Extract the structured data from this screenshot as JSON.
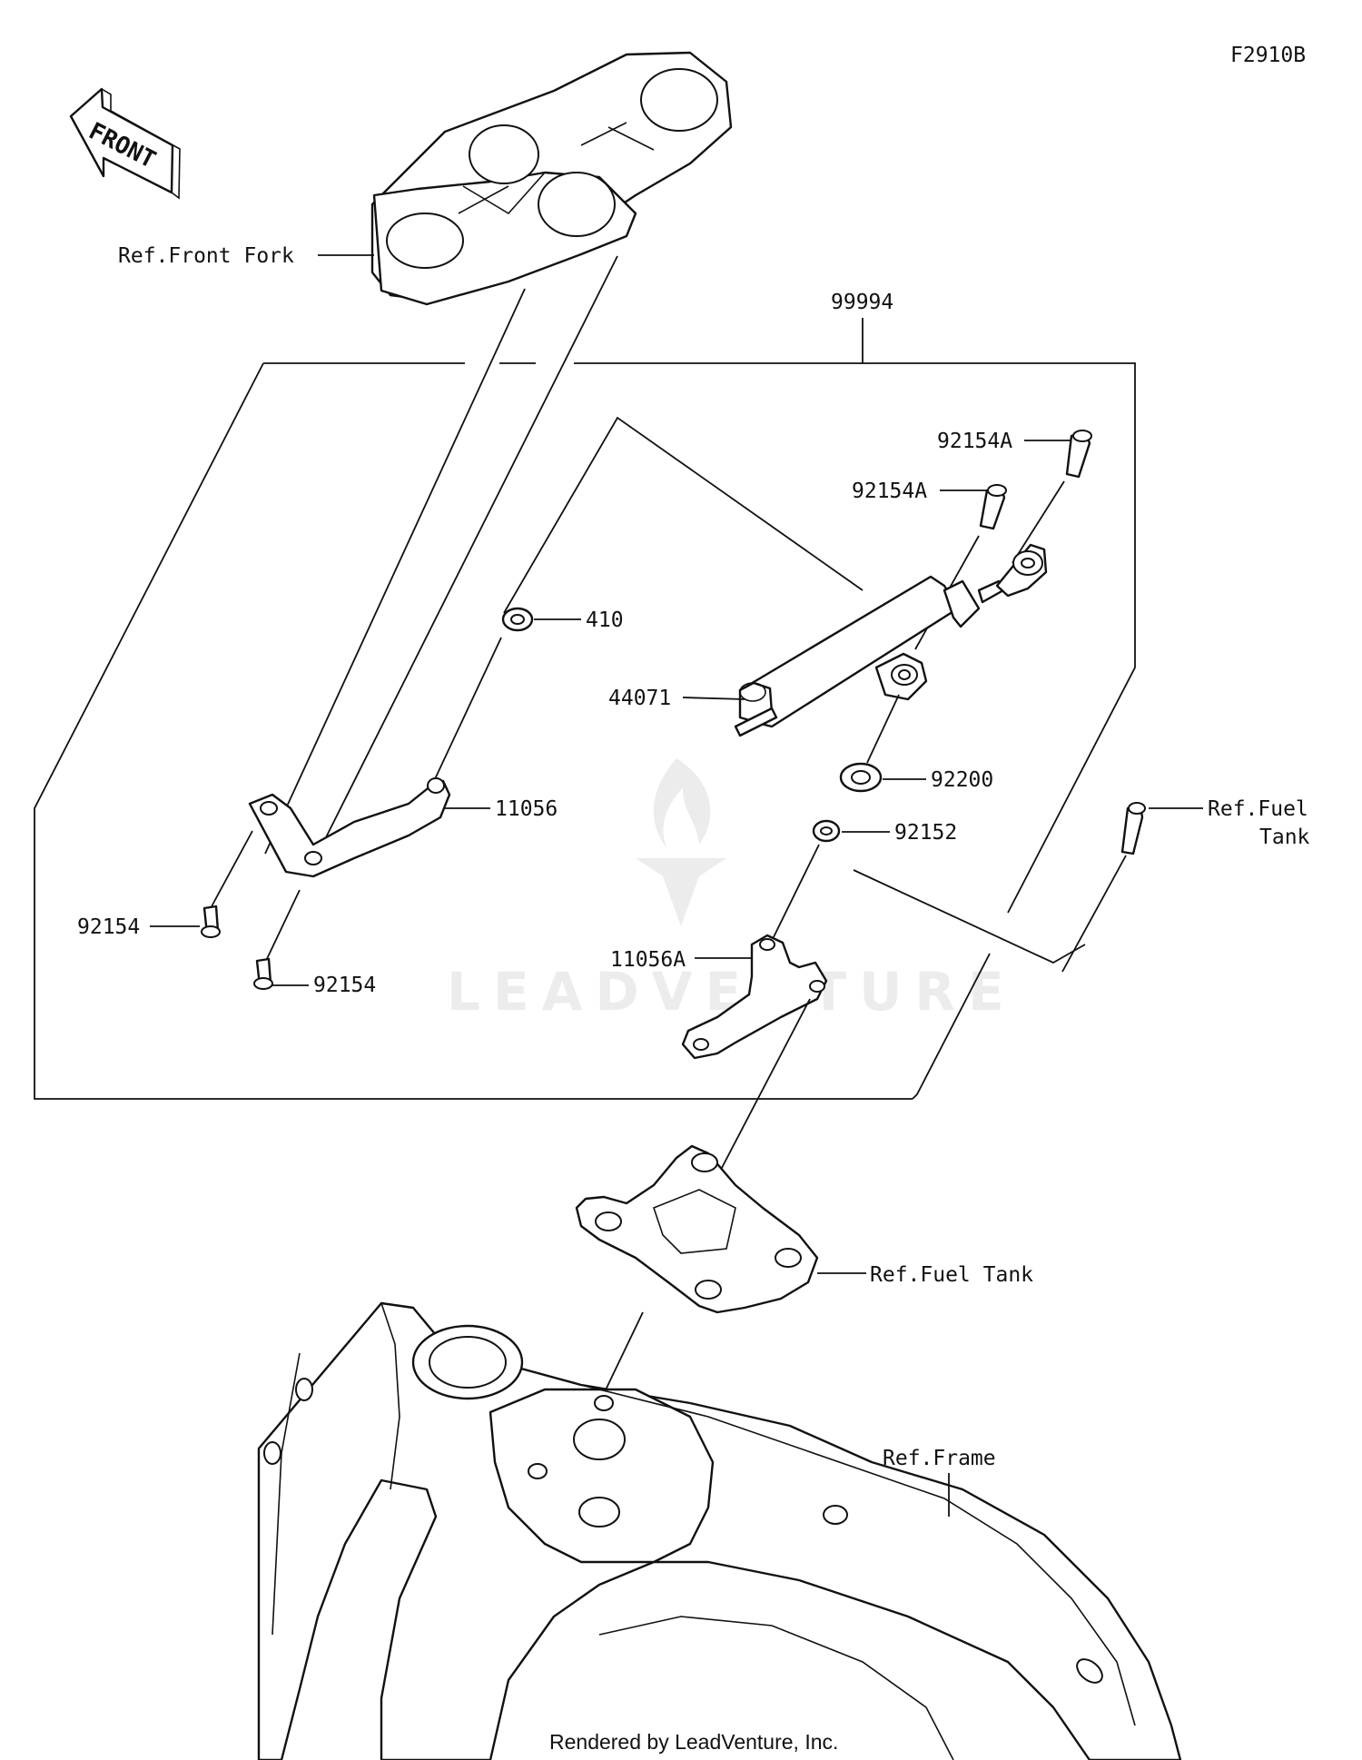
{
  "diagram_code": "F2910B",
  "front_arrow_label": "FRONT",
  "labels": {
    "ref_front_fork": "Ref.Front Fork",
    "kit": "99994",
    "p92154A_1": "92154A",
    "p92154A_2": "92154A",
    "p410": "410",
    "p44071": "44071",
    "p11056": "11056",
    "p92200": "92200",
    "p92152": "92152",
    "p92154_1": "92154",
    "p92154_2": "92154",
    "p11056A": "11056A",
    "ref_fuel_tank_line1": "Ref.Fuel",
    "ref_fuel_tank_line2": "Tank",
    "ref_fuel_tank_bracket": "Ref.Fuel Tank",
    "ref_frame": "Ref.Frame"
  },
  "watermark": "LEADVENTURE",
  "footer": "Rendered by LeadVenture, Inc.",
  "colors": {
    "line": "#111111",
    "background": "#ffffff",
    "watermark": "#ececec"
  }
}
